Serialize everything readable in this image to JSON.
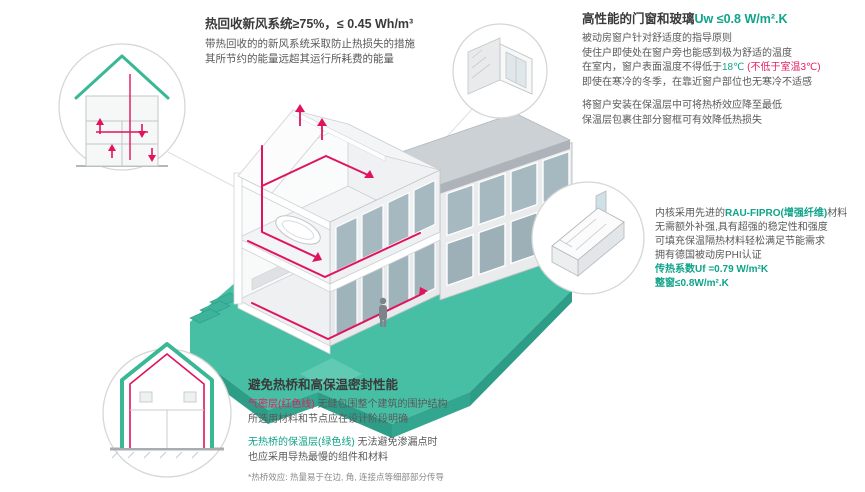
{
  "colors": {
    "teal_text": "#0fa38a",
    "teal_line": "#3ab795",
    "teal_ground": "#46bfa5",
    "red_line": "#e0135f",
    "red_text": "#e61e63",
    "dark_text": "#3a3a3a"
  },
  "hrv": {
    "title": "热回收新风系统≥75%，≤ 0.45 Wh/m³",
    "body1": "带热回收的的新风系统采取防止热损失的措施",
    "body2": "其所节约的能量远超其运行所耗费的能量"
  },
  "windows": {
    "title_dark": "高性能的门窗和玻璃",
    "title_teal": "Uw ≤0.8 W/m².K",
    "l1": "被动房窗户针对舒适度的指导原则",
    "l2": "使住户即使处在窗户旁也能感到极为舒适的温度",
    "l3a": "在室内，窗户表面温度不得低于",
    "l3b": "18℃",
    "l3c": " (不低于室温3℃)",
    "l4": "即使在寒冷的冬季，在靠近窗户部位也无寒冷不适感",
    "l5": "将窗户安装在保温层中可将热桥效应降至最低",
    "l6": "保温层包裹住部分窗框可有效降低热损失"
  },
  "material": {
    "l1a": "内核采用先进的",
    "l1b": "RAU-FIPRO(增强纤维)",
    "l1c": "材料",
    "l2": "无需额外补强,具有超强的稳定性和强度",
    "l3": "可填充保温隔热材料轻松满足节能需求",
    "l4": "拥有德国被动房PHI认证",
    "l5": "传热系数Uf =0.79 W/m²K",
    "l6": "整窗≤0.8W/m².K"
  },
  "thermal": {
    "title": "避免热桥和高保温密封性能",
    "p1a": "气密层(红色线)",
    "p1b": " 无缝包围整个建筑的围护结构",
    "p1c": "所选用材料和节点应在设计阶段明确",
    "p2a": "无热桥的保温层(绿色线)",
    "p2b": " 无法避免渗漏点时",
    "p2c": "也应采用导热最慢的组件和材料",
    "footnote": "*热桥效应: 热量易于在边, 角, 连接点等细部部分传导"
  }
}
